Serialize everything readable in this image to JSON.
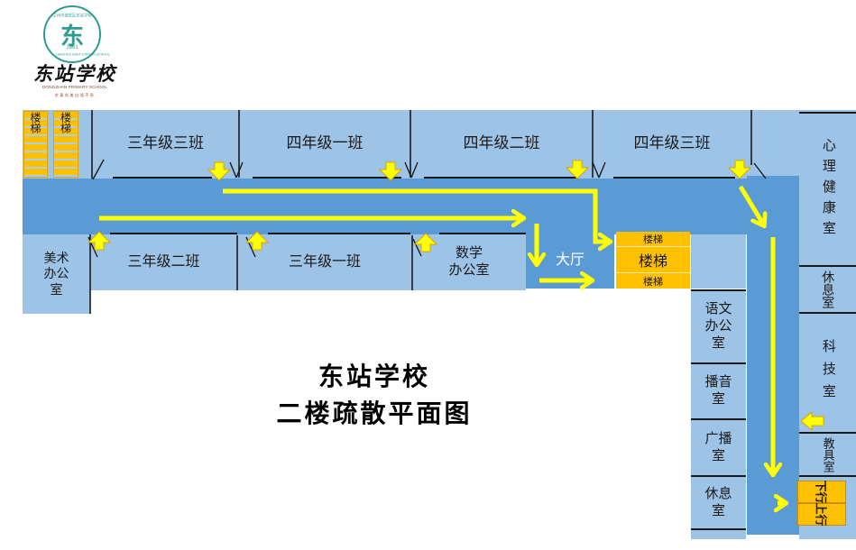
{
  "logo": {
    "ring_top": "兰州市城关区东站学校",
    "ring_bottom": "LANZHOU EAST STATION SCHOOL",
    "year": "1961",
    "glyph": "东",
    "name": "东站学校",
    "name_en": "DONGZHAN PRIMARY SCHOOL",
    "motto": "求真尚美自强不息"
  },
  "title": {
    "line1": "东站学校",
    "line2": "二楼疏散平面图"
  },
  "stair_label": "楼梯",
  "rooms": {
    "top": [
      {
        "label": "三年级三班"
      },
      {
        "label": "四年级一班"
      },
      {
        "label": "四年级二班"
      },
      {
        "label": "四年级三班"
      }
    ],
    "art_office": {
      "l1": "美术",
      "l2": "办公",
      "l3": "室"
    },
    "grade3_class2": {
      "label": "三年级二班"
    },
    "grade3_class1": {
      "label": "三年级一班"
    },
    "math_office": {
      "l1": "数学",
      "l2": "办公室"
    },
    "hall": {
      "label": "大厅"
    },
    "chinese_office": {
      "l1": "语文",
      "l2": "办公",
      "l3": "室"
    },
    "broadcast_booth": {
      "l1": "播音",
      "l2": "室"
    },
    "radio_room": {
      "l1": "广播",
      "l2": "室"
    },
    "rest_room_inner": {
      "l1": "休息",
      "l2": "室"
    },
    "psych_health_room": {
      "label": "心理健康室"
    },
    "rest_room_outer": {
      "label": "休息室"
    },
    "tech_room": {
      "label": "科技室"
    },
    "teaching_aids_room": {
      "label": "教具室"
    }
  },
  "stair_directions": {
    "down": "下行",
    "up": "上行"
  },
  "colors": {
    "room_fill": "#9DC3E6",
    "corridor_fill": "#5B9BD5",
    "stairs_fill": "#FFC000",
    "route": "#FFFF00"
  }
}
